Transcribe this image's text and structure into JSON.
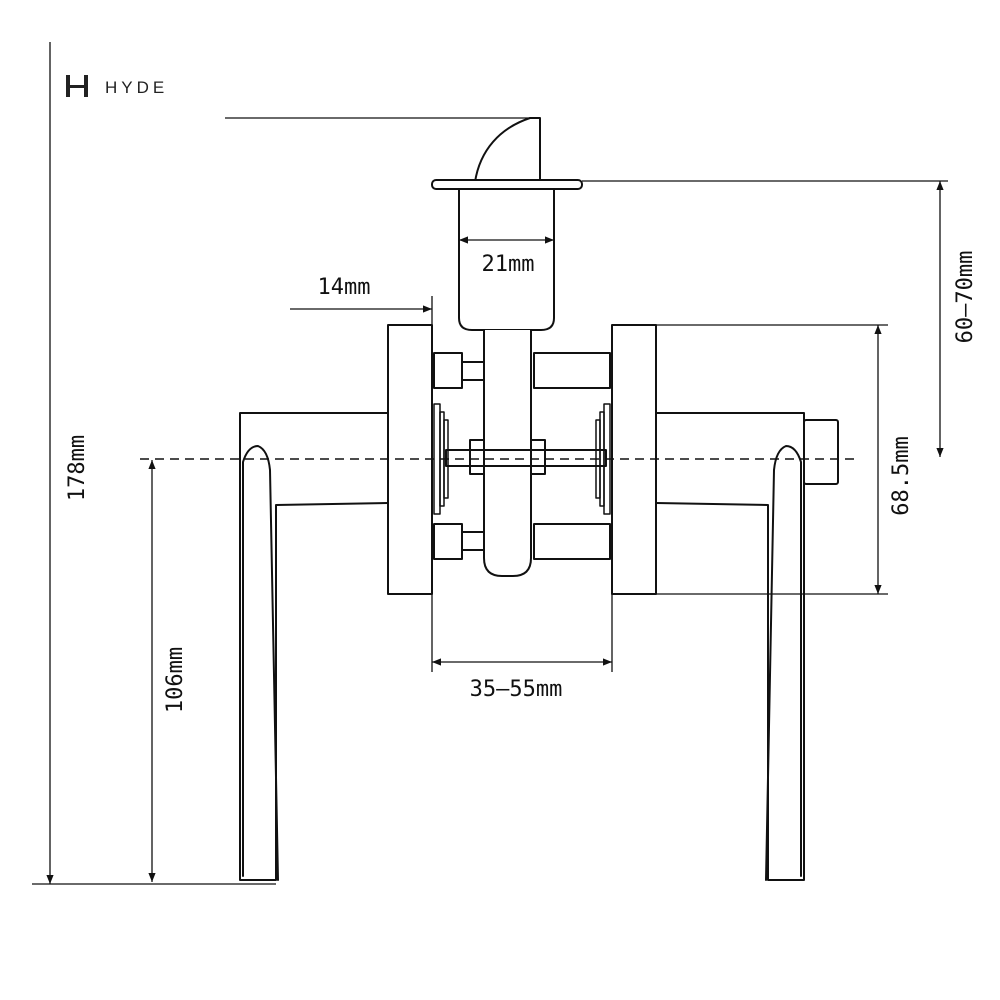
{
  "brand": {
    "name": "HYDE",
    "icon": "hyde-logo-icon"
  },
  "dimensions": {
    "total_height": "178mm",
    "handle_height": "106mm",
    "rose_thickness": "14mm",
    "latch_diameter": "21mm",
    "backset": "60–70mm",
    "rose_height": "68.5mm",
    "door_thickness": "35–55mm"
  },
  "colors": {
    "line": "#111111",
    "background": "#ffffff"
  }
}
